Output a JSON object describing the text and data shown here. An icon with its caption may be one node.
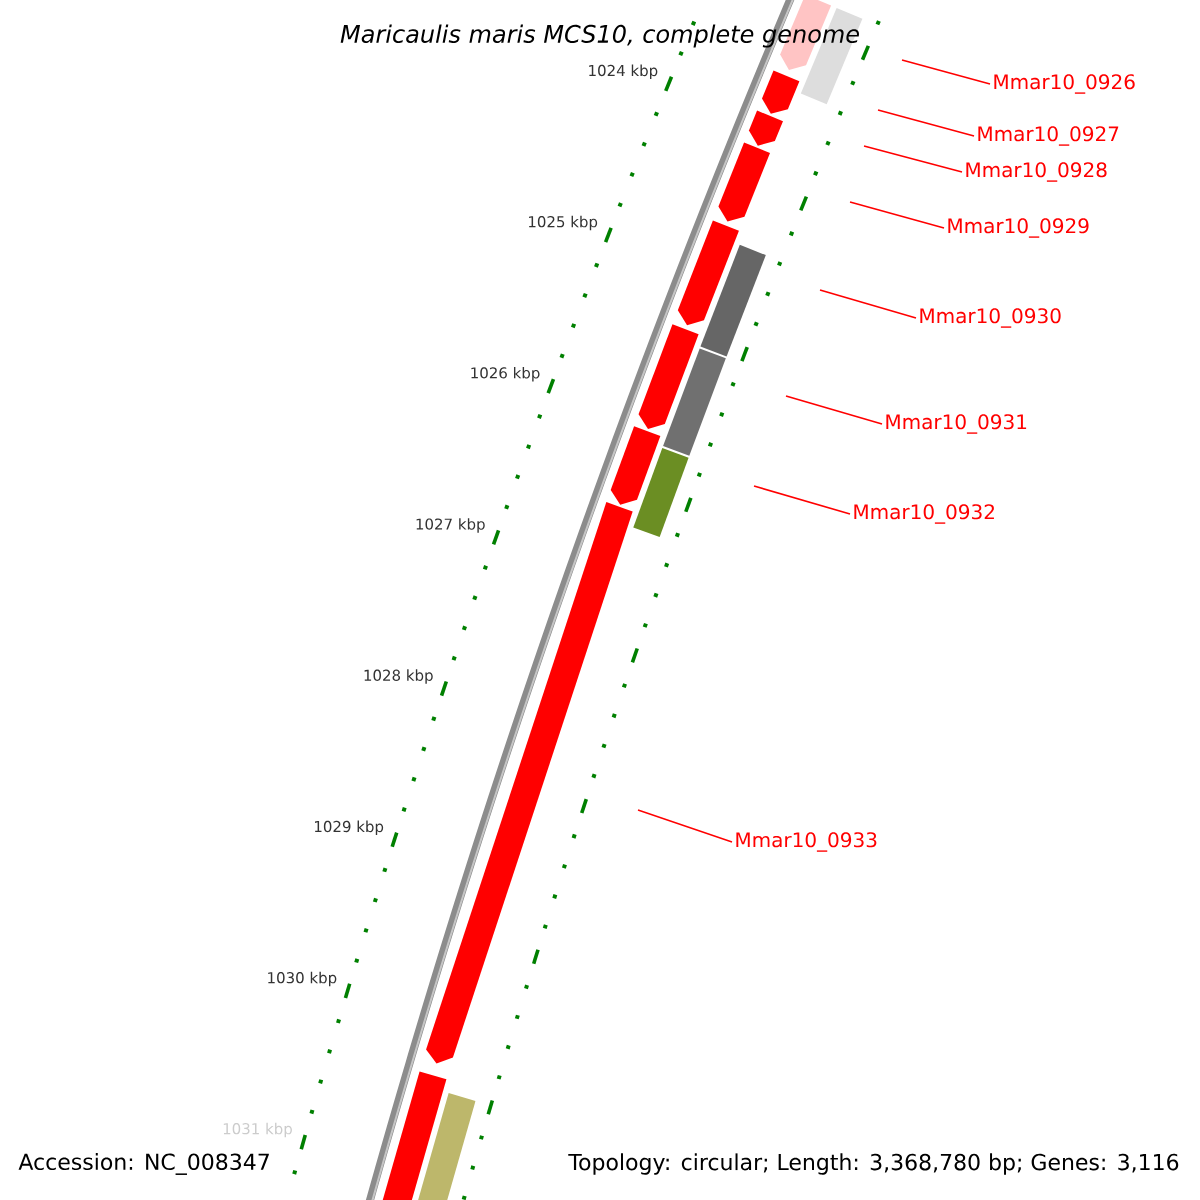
{
  "diagram": {
    "title": "Maricaulis maris MCS10, complete genome",
    "nodes": [
      {
        "text": [
          "Mmar10_0926"
        ]
      },
      {
        "text": [
          "Mmar10_0927"
        ]
      },
      {
        "text": [
          "Mmar10_0928"
        ]
      },
      {
        "text": [
          "Mmar10_0929"
        ]
      },
      {
        "text": [
          "Mmar10_0930"
        ]
      },
      {
        "text": [
          "Mmar10_0931"
        ]
      },
      {
        "text": [
          "Mmar10_0932"
        ]
      },
      {
        "text": [
          "Mmar10_0933"
        ]
      }
    ],
    "edges": [
      {
        "from": 0,
        "to": null,
        "arrow": "none"
      },
      {
        "from": 1,
        "to": null,
        "arrow": "none"
      },
      {
        "from": 2,
        "to": null,
        "arrow": "none"
      },
      {
        "from": 3,
        "to": null,
        "arrow": "none"
      },
      {
        "from": 4,
        "to": null,
        "arrow": "none"
      },
      {
        "from": 5,
        "to": null,
        "arrow": "none"
      },
      {
        "from": 6,
        "to": null,
        "arrow": "none"
      },
      {
        "from": 7,
        "to": null,
        "arrow": "none"
      }
    ],
    "labels": [
      "1024 kbp",
      "1025 kbp",
      "1026 kbp",
      "1027 kbp",
      "1028 kbp",
      "1029 kbp",
      "1030 kbp",
      "1031 kbp",
      "Accession: NC_008347",
      "Topology: circular; Length: 3,368,780 bp; Genes: 3,116"
    ]
  }
}
